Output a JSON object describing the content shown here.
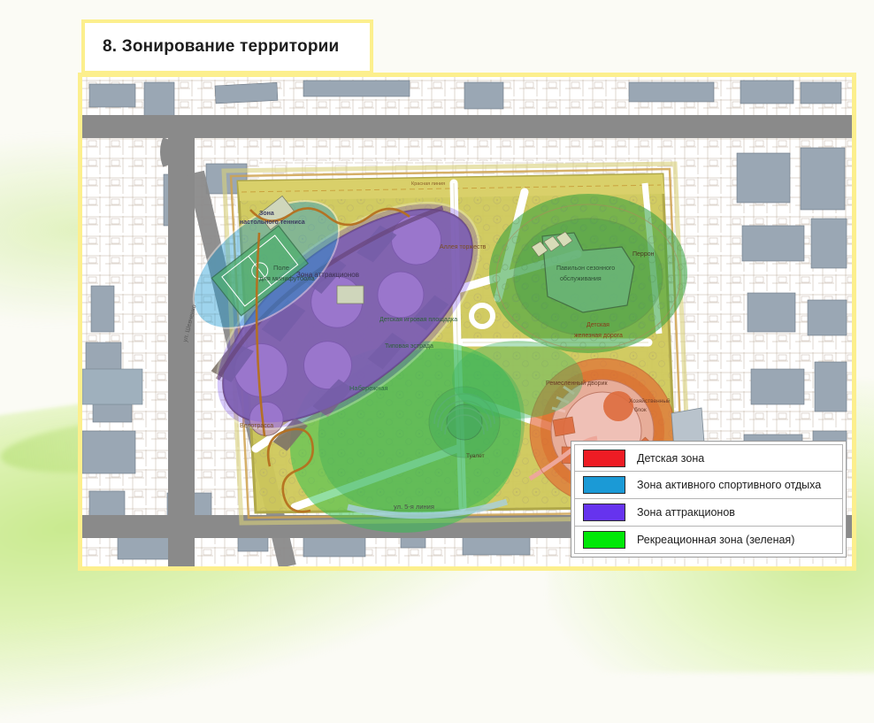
{
  "slide": {
    "title": "8. Зонирование территории"
  },
  "legend": {
    "items": [
      {
        "color": "#ee1c24",
        "label": "Детская зона"
      },
      {
        "color": "#1b9ad6",
        "label": "Зона активного спортивного отдыха"
      },
      {
        "color": "#6633ee",
        "label": "Зона аттракционов"
      },
      {
        "color": "#00e808",
        "label": "Рекреационная зона (зеленая)"
      }
    ]
  },
  "map": {
    "labels": {
      "red_line": "Красная линия",
      "table_tennis": "Зона настольного тенниса",
      "minifootball": "Поле для минифутбола",
      "attractions": "Зона аттракционов",
      "ceremony_alley": "Аллея торжеств",
      "pavilion": "Павильон сезонного обслуживания",
      "perron": "Перрон",
      "kids_playground": "Детская игровая площадка",
      "bandstand": "Типовая эстрада",
      "kids_railway_1": "Детская",
      "kids_railway_2": "железная дорога",
      "craft_yard": "Ремесленный дворик",
      "utility_block_1": "Хозяйственный",
      "utility_block_2": "блок",
      "embankment": "Набережная",
      "bike_track": "Велотрасса",
      "toilet": "Туалет",
      "street_shevchenko": "ул. Шевченко",
      "street_5line": "ул. 5-я линия"
    },
    "zone_overlays": {
      "attractions_fill": "#6633ee",
      "sport_fill": "#1b9ad6",
      "kids_fill": "#ee1c24",
      "green_fill": "#00e808"
    }
  }
}
